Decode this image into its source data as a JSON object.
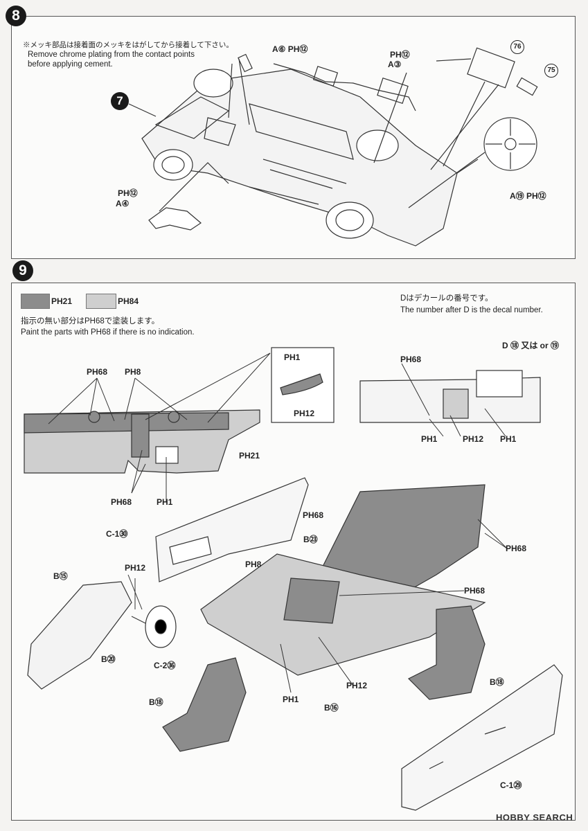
{
  "step8": {
    "number": "8",
    "note_ja": "※メッキ部品は接着面のメッキをはがしてから接着して下さい。",
    "note_en_1": "Remove chrome plating from the contact points",
    "note_en_2": "before applying cement.",
    "sub_step": "7",
    "callouts": {
      "a6": "A⑥ PH⑫",
      "a3_paint": "PH⑫",
      "a3": "A③",
      "p76": "76",
      "p75": "75",
      "a4_paint": "PH⑫",
      "a4": "A④",
      "a79": "A⑲ PH⑫"
    }
  },
  "step9": {
    "number": "9",
    "swatch1_label": "PH21",
    "swatch2_label": "PH84",
    "paint_note_ja": "指示の無い部分はPH68で塗装します。",
    "paint_note_en": "Paint the parts with PH68 if there is no indication.",
    "decal_note_ja": "Dはデカールの番号です。",
    "decal_note_en": "The number after D is the decal number.",
    "decal_choice": "D ⑱ 又は or ⑲",
    "labels": {
      "door_ph68": "PH68",
      "door_ph8": "PH8",
      "door_ph21": "PH21",
      "door_ph68b": "PH68",
      "door_ph1": "PH1",
      "inset_ph1": "PH1",
      "inset_ph12": "PH12",
      "dash_ph68": "PH68",
      "dash_ph1a": "PH1",
      "dash_ph12": "PH12",
      "dash_ph1b": "PH1",
      "c1_30": "C-1㉚",
      "ph68_shift": "PH68",
      "b23": "B㉓",
      "ph8": "PH8",
      "rear_ph68": "PH68",
      "floor_ph68": "PH68",
      "b15": "B⑮",
      "ph12_a": "PH12",
      "b20": "B⑳",
      "c2_36": "C-2㊱",
      "b18_left": "B⑱",
      "ph1_floor": "PH1",
      "b16": "B⑯",
      "ph12_floor": "PH12",
      "b18_right": "B⑱",
      "c1_29": "C-1㉙"
    }
  },
  "watermark": "HOBBY SEARCH",
  "colors": {
    "dark_gray": "#8c8c8c",
    "light_gray": "#cfcfcf"
  }
}
